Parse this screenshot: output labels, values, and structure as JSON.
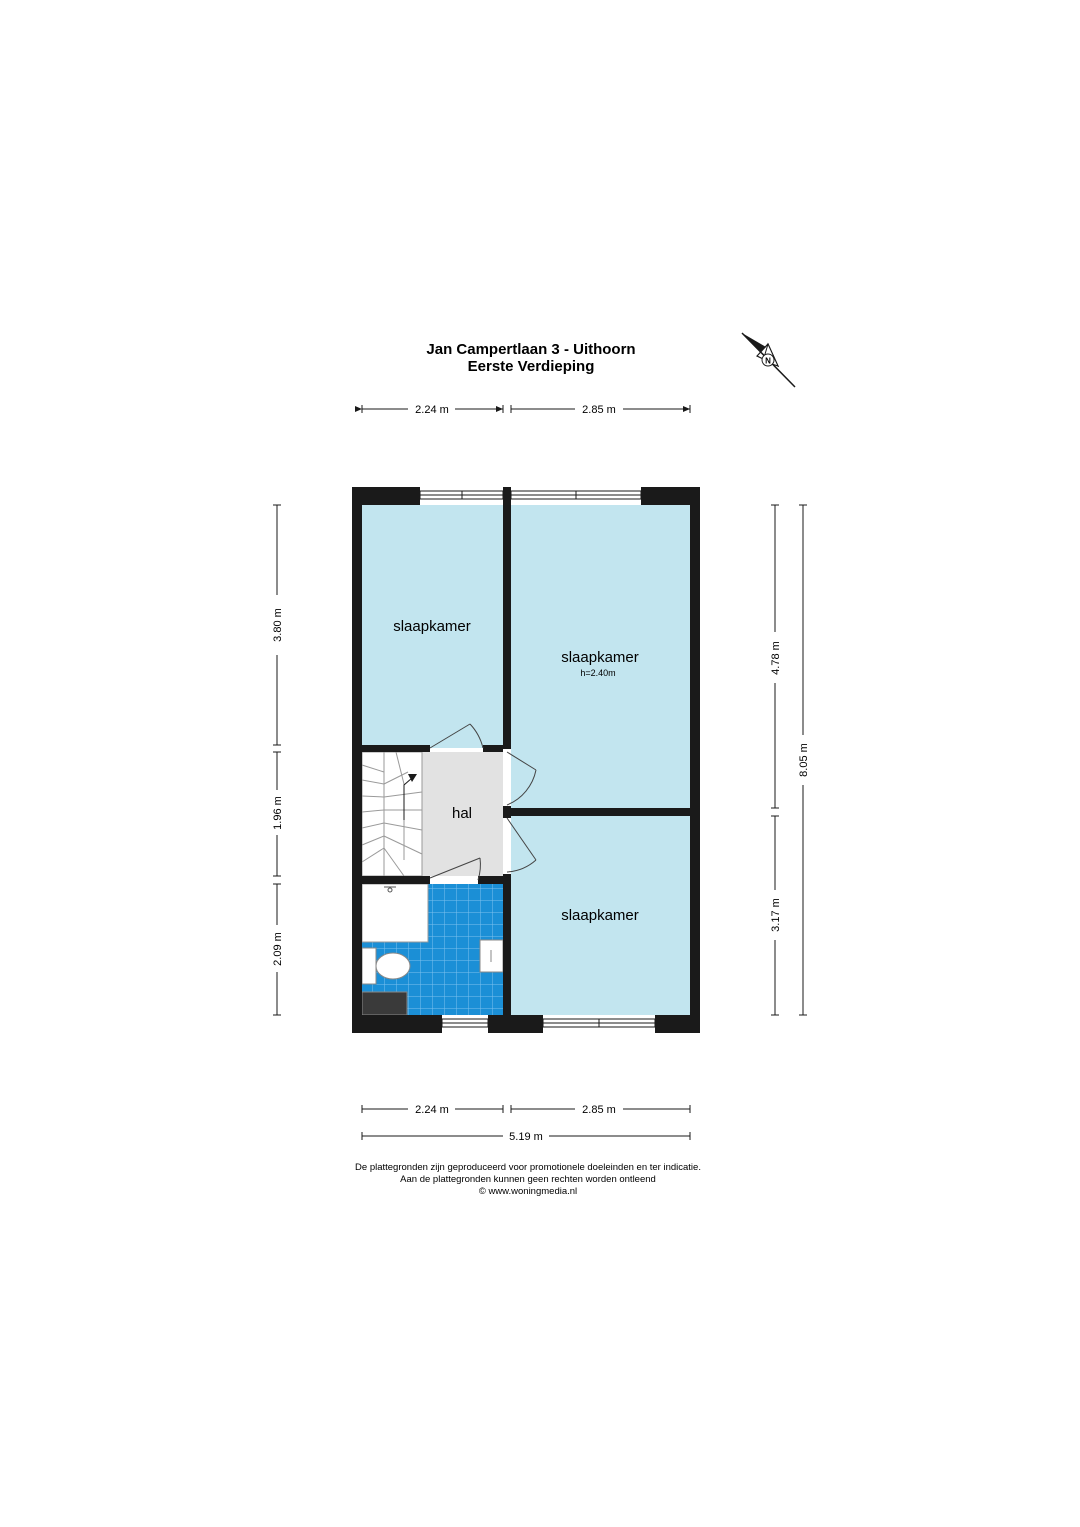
{
  "header": {
    "title_line1": "Jan Campertlaan 3 - Uithoorn",
    "title_line2": "Eerste Verdieping"
  },
  "compass": {
    "label": "N",
    "icon": "north-arrow-icon"
  },
  "dimensions": {
    "top_left": "2.24 m",
    "top_right": "2.85 m",
    "bottom_left": "2.24 m",
    "bottom_right": "2.85 m",
    "bottom_total": "5.19 m",
    "left_top": "3.80 m",
    "left_middle": "1.96 m",
    "left_bottom": "2.09 m",
    "right_top": "4.78 m",
    "right_bottom": "3.17 m",
    "right_total": "8.05 m"
  },
  "rooms": {
    "bedroom_top_left": "slaapkamer",
    "bedroom_top_right": "slaapkamer",
    "ceiling_height": "h=2.40m",
    "hall": "hal",
    "bedroom_bottom_right": "slaapkamer"
  },
  "colors": {
    "room_fill": "#c2e5ef",
    "hall_fill": "#e2e2e2",
    "bath_tile": "#1b8fd6",
    "wall": "#1a1a1a"
  },
  "disclaimer": {
    "line1": "De plattegronden zijn geproduceerd voor promotionele doeleinden en ter indicatie.",
    "line2": "Aan de plattegronden kunnen geen rechten worden ontleend",
    "line3": "© www.woningmedia.nl"
  }
}
